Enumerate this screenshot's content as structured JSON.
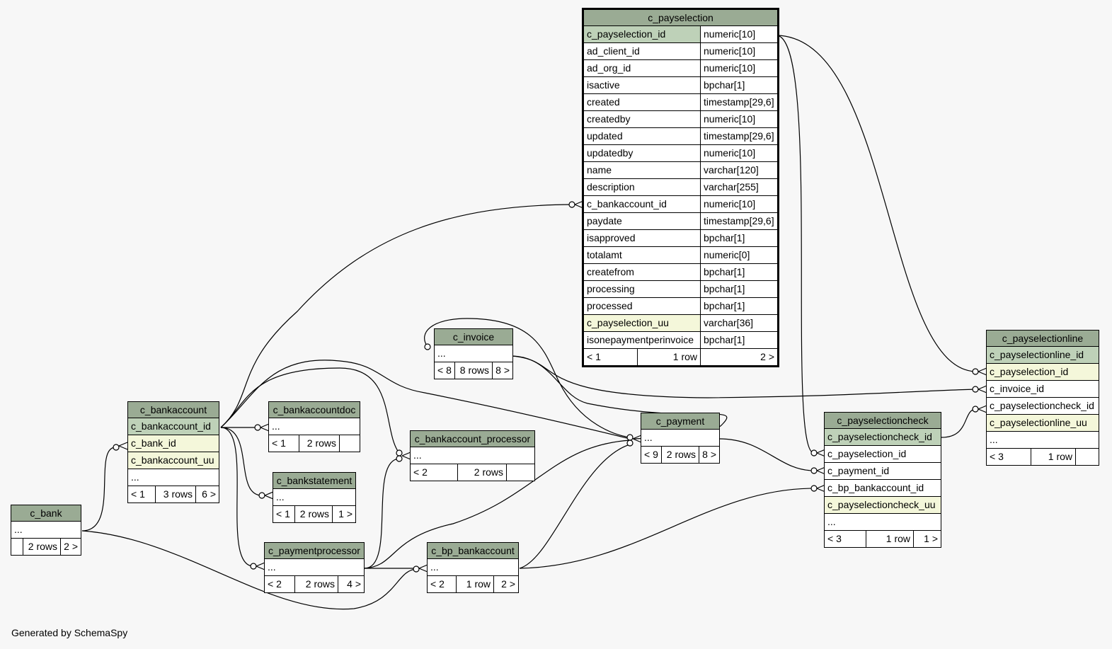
{
  "footer_text": "Generated by SchemaSpy",
  "tables": {
    "c_payselection": {
      "name": "c_payselection",
      "columns": [
        {
          "name": "c_payselection_id",
          "type": "numeric[10]",
          "kind": "pk"
        },
        {
          "name": "ad_client_id",
          "type": "numeric[10]",
          "kind": ""
        },
        {
          "name": "ad_org_id",
          "type": "numeric[10]",
          "kind": ""
        },
        {
          "name": "isactive",
          "type": "bpchar[1]",
          "kind": ""
        },
        {
          "name": "created",
          "type": "timestamp[29,6]",
          "kind": ""
        },
        {
          "name": "createdby",
          "type": "numeric[10]",
          "kind": ""
        },
        {
          "name": "updated",
          "type": "timestamp[29,6]",
          "kind": ""
        },
        {
          "name": "updatedby",
          "type": "numeric[10]",
          "kind": ""
        },
        {
          "name": "name",
          "type": "varchar[120]",
          "kind": ""
        },
        {
          "name": "description",
          "type": "varchar[255]",
          "kind": ""
        },
        {
          "name": "c_bankaccount_id",
          "type": "numeric[10]",
          "kind": ""
        },
        {
          "name": "paydate",
          "type": "timestamp[29,6]",
          "kind": ""
        },
        {
          "name": "isapproved",
          "type": "bpchar[1]",
          "kind": ""
        },
        {
          "name": "totalamt",
          "type": "numeric[0]",
          "kind": ""
        },
        {
          "name": "createfrom",
          "type": "bpchar[1]",
          "kind": ""
        },
        {
          "name": "processing",
          "type": "bpchar[1]",
          "kind": ""
        },
        {
          "name": "processed",
          "type": "bpchar[1]",
          "kind": ""
        },
        {
          "name": "c_payselection_uu",
          "type": "varchar[36]",
          "kind": "fk"
        },
        {
          "name": "isonepaymentperinvoice",
          "type": "bpchar[1]",
          "kind": ""
        }
      ],
      "footer": [
        "< 1",
        "1 row",
        "2 >"
      ]
    },
    "c_payselectionline": {
      "name": "c_payselectionline",
      "columns": [
        {
          "name": "c_payselectionline_id",
          "kind": "pk"
        },
        {
          "name": "c_payselection_id",
          "kind": "fk"
        },
        {
          "name": "c_invoice_id",
          "kind": ""
        },
        {
          "name": "c_payselectioncheck_id",
          "kind": ""
        },
        {
          "name": "c_payselectionline_uu",
          "kind": "fk"
        },
        {
          "name": "...",
          "kind": ""
        }
      ],
      "footer": [
        "< 3",
        "1 row",
        ""
      ]
    },
    "c_payselectioncheck": {
      "name": "c_payselectioncheck",
      "columns": [
        {
          "name": "c_payselectioncheck_id",
          "kind": "pk"
        },
        {
          "name": "c_payselection_id",
          "kind": ""
        },
        {
          "name": "c_payment_id",
          "kind": ""
        },
        {
          "name": "c_bp_bankaccount_id",
          "kind": ""
        },
        {
          "name": "c_payselectioncheck_uu",
          "kind": "fk"
        },
        {
          "name": "...",
          "kind": ""
        }
      ],
      "footer": [
        "< 3",
        "1 row",
        "1 >"
      ]
    },
    "c_invoice": {
      "name": "c_invoice",
      "columns": [
        {
          "name": "...",
          "kind": ""
        }
      ],
      "footer": [
        "< 8",
        "8 rows",
        "8 >"
      ]
    },
    "c_payment": {
      "name": "c_payment",
      "columns": [
        {
          "name": "...",
          "kind": ""
        }
      ],
      "footer": [
        "< 9",
        "2 rows",
        "8 >"
      ]
    },
    "c_bankaccount": {
      "name": "c_bankaccount",
      "columns": [
        {
          "name": "c_bankaccount_id",
          "kind": "pk"
        },
        {
          "name": "c_bank_id",
          "kind": "fk"
        },
        {
          "name": "c_bankaccount_uu",
          "kind": "fk"
        },
        {
          "name": "...",
          "kind": ""
        }
      ],
      "footer": [
        "< 1",
        "3 rows",
        "6 >"
      ]
    },
    "c_bankaccountdoc": {
      "name": "c_bankaccountdoc",
      "columns": [
        {
          "name": "...",
          "kind": ""
        }
      ],
      "footer": [
        "< 1",
        "2 rows",
        ""
      ]
    },
    "c_bankaccount_processor": {
      "name": "c_bankaccount_processor",
      "columns": [
        {
          "name": "...",
          "kind": ""
        }
      ],
      "footer": [
        "< 2",
        "2 rows",
        ""
      ]
    },
    "c_bankstatement": {
      "name": "c_bankstatement",
      "columns": [
        {
          "name": "...",
          "kind": ""
        }
      ],
      "footer": [
        "< 1",
        "2 rows",
        "1 >"
      ]
    },
    "c_bank": {
      "name": "c_bank",
      "columns": [
        {
          "name": "...",
          "kind": ""
        }
      ],
      "footer": [
        "",
        "2 rows",
        "2 >"
      ]
    },
    "c_paymentprocessor": {
      "name": "c_paymentprocessor",
      "columns": [
        {
          "name": "...",
          "kind": ""
        }
      ],
      "footer": [
        "< 2",
        "2 rows",
        "4 >"
      ]
    },
    "c_bp_bankaccount": {
      "name": "c_bp_bankaccount",
      "columns": [
        {
          "name": "...",
          "kind": ""
        }
      ],
      "footer": [
        "< 2",
        "1 row",
        "2 >"
      ]
    }
  }
}
